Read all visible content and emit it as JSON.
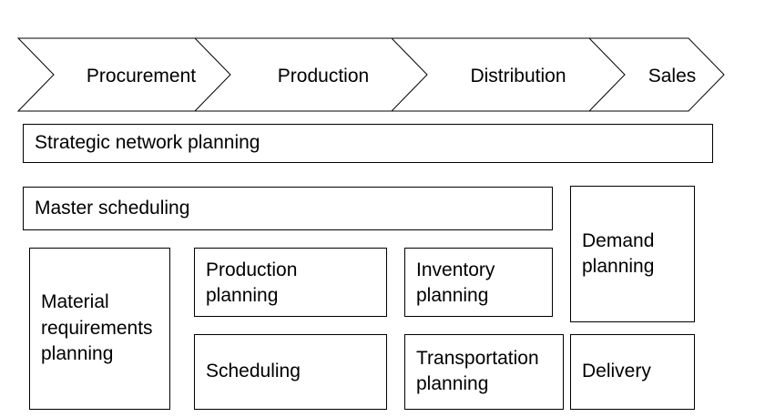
{
  "process_steps": [
    "Procurement",
    "Production",
    "Distribution",
    "Sales"
  ],
  "strategic": "Strategic network planning",
  "master": "Master scheduling",
  "mrp": "Material\nrequirements\nplanning",
  "production_planning": "Production\nplanning",
  "scheduling": "Scheduling",
  "inventory": "Inventory\nplanning",
  "transportation": "Transportation\nplanning",
  "demand": "Demand\nplanning",
  "delivery": "Delivery"
}
